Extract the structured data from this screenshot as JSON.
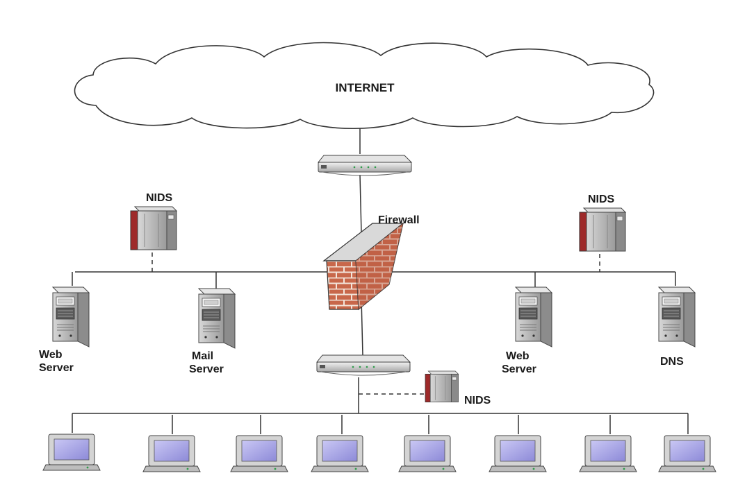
{
  "internet": {
    "label": "INTERNET"
  },
  "firewall": {
    "label": "Firewall"
  },
  "nids": {
    "label": "NIDS"
  },
  "servers": [
    {
      "line1": "Web",
      "line2": "Server"
    },
    {
      "line1": "Mail",
      "line2": "Server"
    },
    {
      "line1": "Web",
      "line2": "Server"
    },
    {
      "line1": "DNS",
      "line2": ""
    }
  ],
  "workstations": {
    "count": 8
  },
  "colors": {
    "brick": "#c8674a",
    "mortar": "#f2e4da",
    "screen": "#a9a6e8",
    "nids_accent": "#9e2a2a",
    "line": "#333333"
  }
}
